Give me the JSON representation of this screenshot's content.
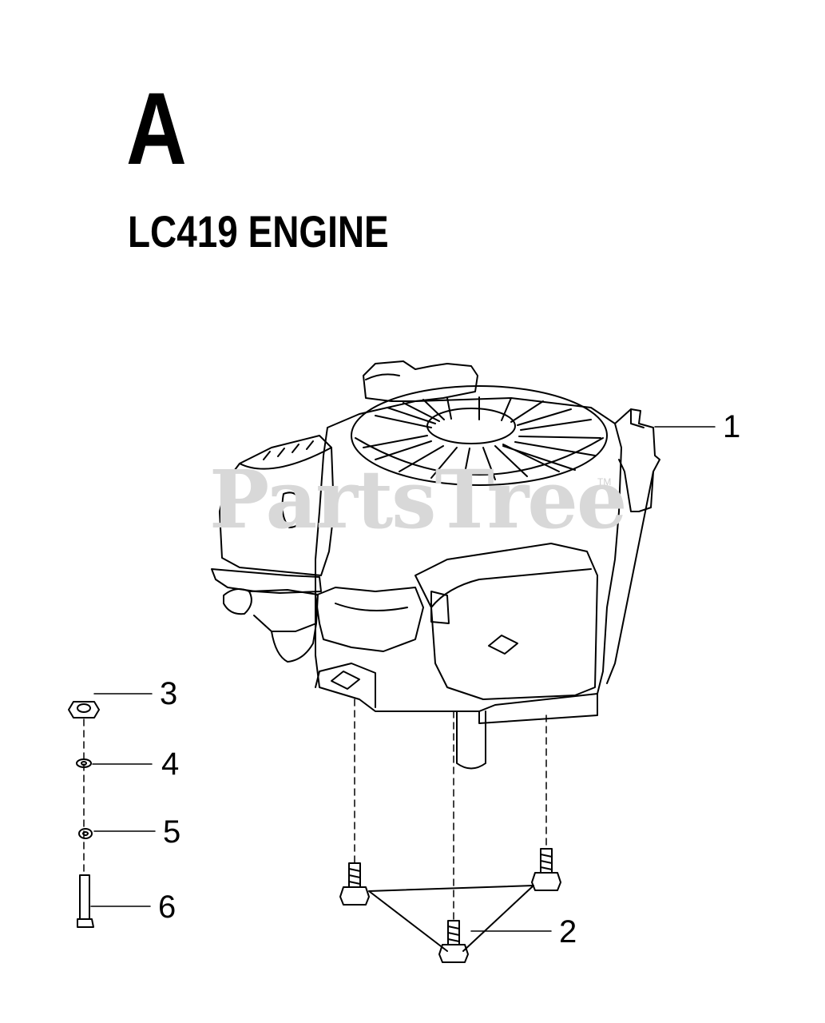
{
  "page": {
    "section_letter": "A",
    "title": "LC419 ENGINE"
  },
  "watermark": {
    "text": "PartsTree",
    "tm": "TM"
  },
  "callouts": [
    {
      "id": "1",
      "label": "1"
    },
    {
      "id": "2",
      "label": "2"
    },
    {
      "id": "3",
      "label": "3"
    },
    {
      "id": "4",
      "label": "4"
    },
    {
      "id": "5",
      "label": "5"
    },
    {
      "id": "6",
      "label": "6"
    }
  ],
  "colors": {
    "ink": "#000000",
    "watermark": "#d8d8d8",
    "background": "#ffffff"
  }
}
